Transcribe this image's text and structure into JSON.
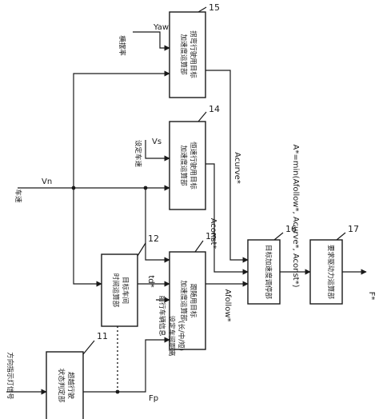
{
  "blocks": {
    "b11": {
      "number": "11",
      "line1": "超越行驶",
      "line2": "状态判定部"
    },
    "b12": {
      "number": "12",
      "line1": "目标车间",
      "line2": "时间运算部"
    },
    "b13": {
      "number": "13",
      "line1": "跟随用目标",
      "line2": "加速度运算部"
    },
    "b14": {
      "number": "14",
      "line1": "恒速行驶用目标",
      "line2": "加速度运算部"
    },
    "b15": {
      "number": "15",
      "line1": "拐弯行驶用目标",
      "line2": "加速度运算部"
    },
    "b16": {
      "number": "16",
      "line1": "目标加速度调停部"
    },
    "b17": {
      "number": "17",
      "line1": "要求驱动力运算部"
    }
  },
  "inputs": {
    "turn_signal": "方向指示灯信号",
    "distance_setting_1": "设定车间距离",
    "distance_setting_2": "(长/中/短)",
    "preceding_vehicle": "前行车辆信息",
    "vehicle_speed": "车速",
    "set_speed": "设定车速",
    "yaw_sensor": "横摆率"
  },
  "signals": {
    "vn": "Vn",
    "vs": "Vs",
    "yaw": "Yaw",
    "fp": "Fp",
    "td": "td*",
    "afollow": "Afollow*",
    "aconst": "Aconst*",
    "acurve": "Acurve*",
    "astar_formula": "A*=min(Afollow*, Acurve*, Aconst*)",
    "fout": "F*"
  }
}
